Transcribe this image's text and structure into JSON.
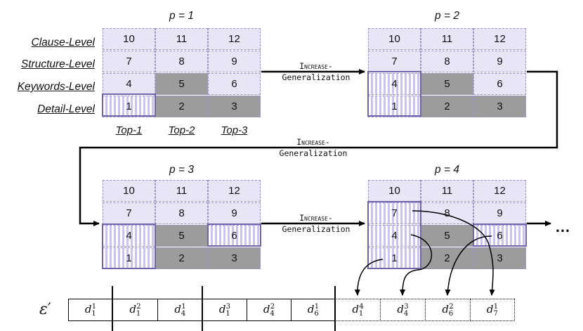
{
  "row_labels": [
    "Clause-Level",
    "Structure-Level",
    "Keywords-Level",
    "Detail-Level"
  ],
  "col_labels": [
    "Top-1",
    "Top-2",
    "Top-3"
  ],
  "panels": [
    {
      "title_var": "p",
      "title_eq": " = 1"
    },
    {
      "title_var": "p",
      "title_eq": " = 2"
    },
    {
      "title_var": "p",
      "title_eq": " = 3"
    },
    {
      "title_var": "p",
      "title_eq": " = 4"
    }
  ],
  "grid_numbers": [
    [
      "10",
      "11",
      "12"
    ],
    [
      "7",
      "8",
      "9"
    ],
    [
      "4",
      "5",
      "6"
    ],
    [
      "1",
      "2",
      "3"
    ]
  ],
  "panel_states": [
    [
      [
        "light",
        "light",
        "light"
      ],
      [
        "light",
        "light",
        "light"
      ],
      [
        "light",
        "dark",
        "light"
      ],
      [
        "stripe",
        "dark",
        "dark"
      ]
    ],
    [
      [
        "light",
        "light",
        "light"
      ],
      [
        "light",
        "light",
        "light"
      ],
      [
        "stripe",
        "dark",
        "light"
      ],
      [
        "stripe",
        "dark",
        "dark"
      ]
    ],
    [
      [
        "light",
        "light",
        "light"
      ],
      [
        "light",
        "light",
        "light"
      ],
      [
        "stripe",
        "dark",
        "stripe"
      ],
      [
        "stripe",
        "dark",
        "dark"
      ]
    ],
    [
      [
        "light",
        "light",
        "light"
      ],
      [
        "stripe",
        "light",
        "light"
      ],
      [
        "stripe",
        "dark",
        "stripe"
      ],
      [
        "stripe",
        "dark",
        "dark"
      ]
    ]
  ],
  "increase": {
    "line1": "Increase-",
    "line2": "Generalization"
  },
  "epsilon_label": "ε′",
  "sequence": [
    {
      "d": "d",
      "sub": "1",
      "sup": "1",
      "style": "solid"
    },
    {
      "d": "d",
      "sub": "1",
      "sup": "2",
      "style": "solid"
    },
    {
      "d": "d",
      "sub": "4",
      "sup": "1",
      "style": "solid"
    },
    {
      "d": "d",
      "sub": "1",
      "sup": "3",
      "style": "solid"
    },
    {
      "d": "d",
      "sub": "4",
      "sup": "2",
      "style": "solid"
    },
    {
      "d": "d",
      "sub": "6",
      "sup": "1",
      "style": "solid"
    },
    {
      "d": "d",
      "sub": "1",
      "sup": "4",
      "style": "dotted"
    },
    {
      "d": "d",
      "sub": "4",
      "sup": "3",
      "style": "dotted"
    },
    {
      "d": "d",
      "sub": "6",
      "sup": "2",
      "style": "dotted"
    },
    {
      "d": "d",
      "sub": "7",
      "sup": "1",
      "style": "dotted"
    }
  ],
  "ellipsis": "…",
  "colors": {
    "light": "#e8e6f6",
    "dark": "#9c9c9c",
    "highlight": "#7065ad",
    "dash": "#9b93c9"
  }
}
